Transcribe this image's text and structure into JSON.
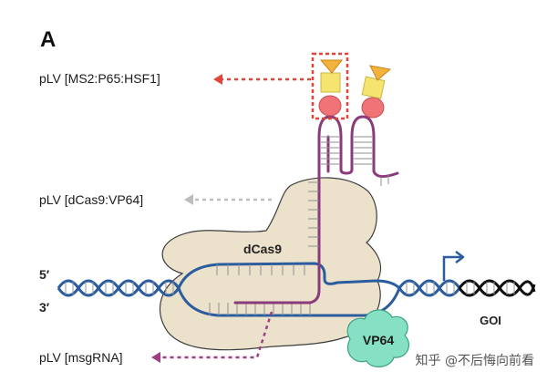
{
  "panel_label": "A",
  "labels": {
    "ms2_vector": "pLV [MS2:P65:HSF1]",
    "dcas9_vector": "pLV [dCas9:VP64]",
    "msgrna_vector": "pLV [msgRNA]"
  },
  "diagram": {
    "protein_label": "dCas9",
    "activator_label": "VP64",
    "gene_label": "GOI",
    "strand_5": "5′",
    "strand_3": "3′"
  },
  "watermark": "知乎 @不后悔向前看",
  "colors": {
    "dcas9_fill": "#ece2cc",
    "dna_blue": "#2b5c9e",
    "rna_purple": "#8b3a7c",
    "vp64_fill": "#86e0c3",
    "arrow_red": "#e0453a",
    "arrow_gray": "#bdbdbd",
    "arrow_purple": "#9c3f83",
    "ms2_pink": "#f07377",
    "p65_yellow": "#f5e470",
    "hsf1_orange": "#f4b13c",
    "goi_black": "#111111"
  }
}
